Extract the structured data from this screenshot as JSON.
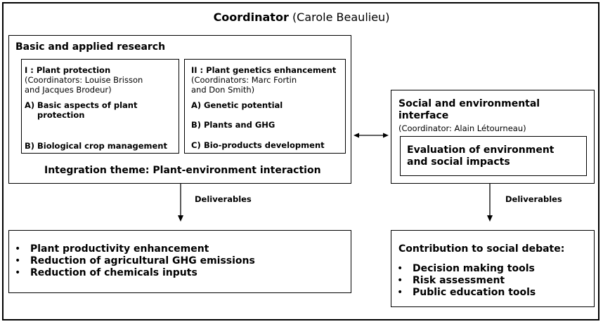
{
  "coordinator": {
    "label": "Coordinator",
    "name": "(Carole Beaulieu)"
  },
  "research": {
    "title": "Basic and applied research",
    "program1": {
      "title": "I : Plant protection",
      "coordinators_line1": "(Coordinators: Louise Brisson",
      "coordinators_line2": "and Jacques Brodeur)",
      "items": [
        {
          "tag": "A)",
          "line1": "Basic aspects of plant",
          "line2": "protection"
        },
        {
          "tag": "B)",
          "line1": "Biological crop management"
        }
      ]
    },
    "program2": {
      "title": "II : Plant genetics enhancement",
      "coordinators_line1": "(Coordinators: Marc Fortin",
      "coordinators_line2": "and Don Smith)",
      "items": [
        {
          "tag": "A)",
          "line1": "Genetic potential"
        },
        {
          "tag": "B)",
          "line1": "Plants and GHG"
        },
        {
          "tag": "C)",
          "line1": "Bio-products development"
        }
      ]
    },
    "integration": "Integration theme: Plant-environment interaction"
  },
  "social": {
    "title_line1": "Social and environmental",
    "title_line2": "interface",
    "coordinator": "(Coordinator: Alain Létourneau)",
    "inner_line1": "Evaluation of environment",
    "inner_line2": "and social impacts"
  },
  "deliverables_left": "Deliverables",
  "deliverables_right": "Deliverables",
  "outputs_left": {
    "items": [
      "Plant productivity enhancement",
      "Reduction of agricultural GHG emissions",
      "Reduction of chemicals inputs"
    ]
  },
  "outputs_right": {
    "title": "Contribution to social debate:",
    "items": [
      "Decision making tools",
      "Risk assessment",
      "Public education tools"
    ]
  },
  "bullet": "•"
}
